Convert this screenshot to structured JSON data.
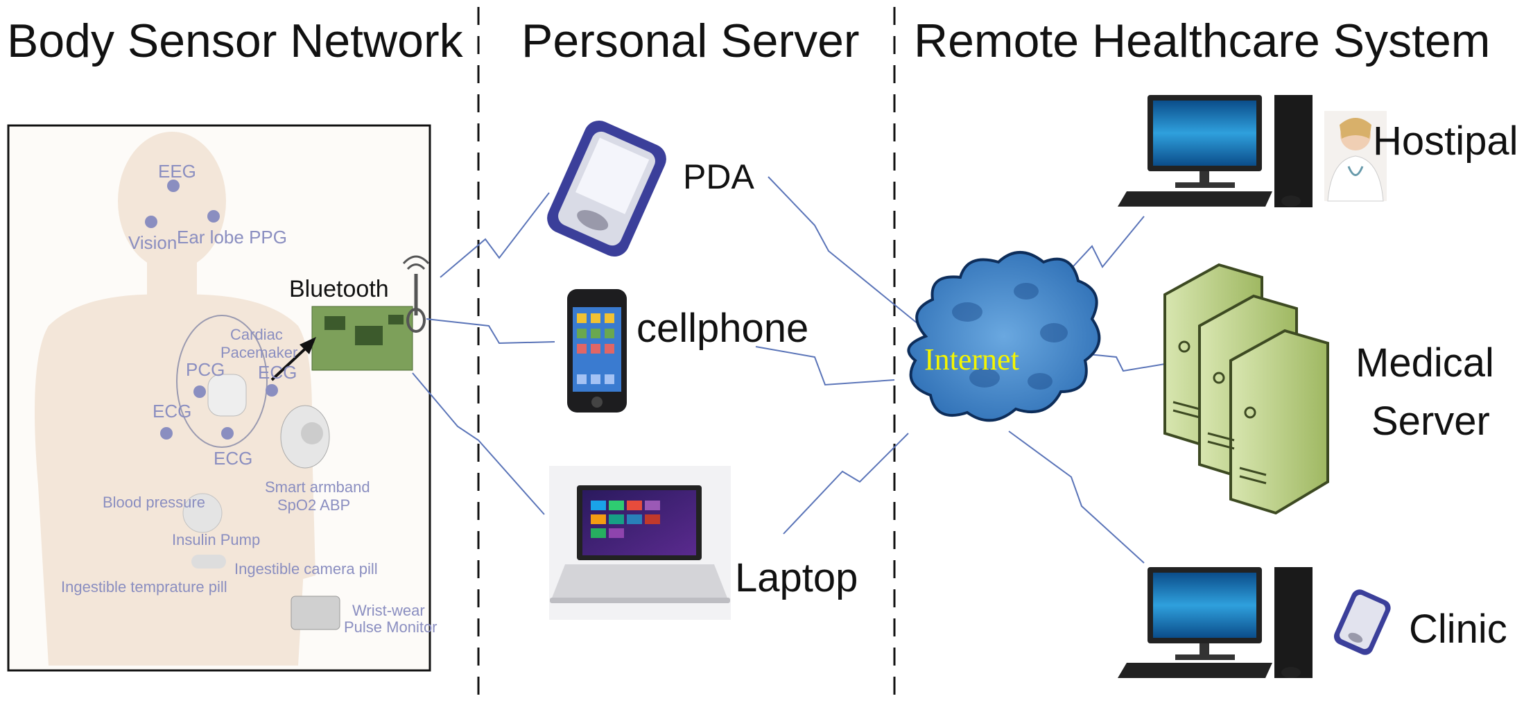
{
  "sections": {
    "body_sensor_network": "Body Sensor Network",
    "personal_server": "Personal Server",
    "remote_healthcare": "Remote Healthcare System"
  },
  "devices": {
    "pda": "PDA",
    "cellphone": "cellphone",
    "laptop": "Laptop",
    "internet": "Internet",
    "hospital": "Hostipal",
    "medical_server_line1": "Medical",
    "medical_server_line2": "Server",
    "clinic": "Clinic",
    "bluetooth": "Bluetooth"
  },
  "body_labels": {
    "eeg": "EEG",
    "vision": "Vision",
    "ear_lobe": "Ear lobe PPG",
    "cardiac": "Cardiac",
    "pacemaker": "Pacemaker",
    "pcg": "PCG",
    "ecg_a": "ECG",
    "ecg_b": "ECG",
    "ecg_c": "ECG",
    "smart_armband": "Smart armband",
    "spo2": "SpO2 ABP",
    "blood_pressure": "Blood pressure",
    "insulin_pump": "Insulin Pump",
    "camera_pill": "Ingestible camera pill",
    "temperature_pill": "Ingestible temprature pill",
    "wrist_wear": "Wrist-wear",
    "pulse_monitor": "Pulse Monitor"
  },
  "colors": {
    "link_line": "#5a74b8",
    "internet_cloud": "#4a86c8",
    "internet_text": "#f5f500",
    "monitor_screen": "#1e7fc0",
    "server_body": "#b9cf7d",
    "pda_frame": "#3b3f9a",
    "sensor_dot": "#8a8ec0"
  }
}
